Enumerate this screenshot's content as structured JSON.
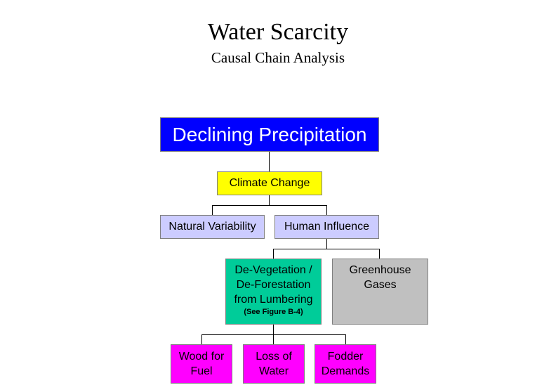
{
  "title": "Water Scarcity",
  "subtitle": "Causal Chain Analysis",
  "nodes": {
    "declining_precipitation": "Declining Precipitation",
    "climate_change": "Climate Change",
    "natural_variability": "Natural Variability",
    "human_influence": "Human Influence",
    "devegetation": [
      "De-Vegetation /",
      "De-Forestation",
      "from Lumbering"
    ],
    "devegetation_note": "(See Figure B-4)",
    "greenhouse_gases": [
      "Greenhouse",
      "Gases"
    ],
    "wood_for_fuel": [
      "Wood for",
      "Fuel"
    ],
    "loss_of_water": [
      "Loss of",
      "Water"
    ],
    "fodder_demands": [
      "Fodder",
      "Demands"
    ]
  },
  "colors": {
    "blue": "#0000FF",
    "yellow": "#FFFF00",
    "lavender": "#CCCCFF",
    "teal": "#00CC99",
    "gray": "#C0C0C0",
    "magenta": "#FF00FF"
  }
}
